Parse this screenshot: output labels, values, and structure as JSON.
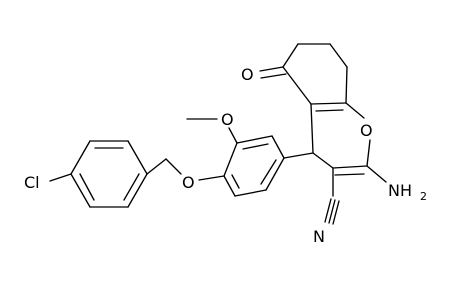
{
  "molecule": {
    "atoms": {
      "chlorine": "Cl",
      "ether_oxygen": "O",
      "methoxy_oxygen": "O",
      "ketone_oxygen": "O",
      "ring_oxygen": "O",
      "amino_nitrogen": "NH",
      "amino_subscript": "2",
      "nitrile_nitrogen": "N"
    }
  }
}
